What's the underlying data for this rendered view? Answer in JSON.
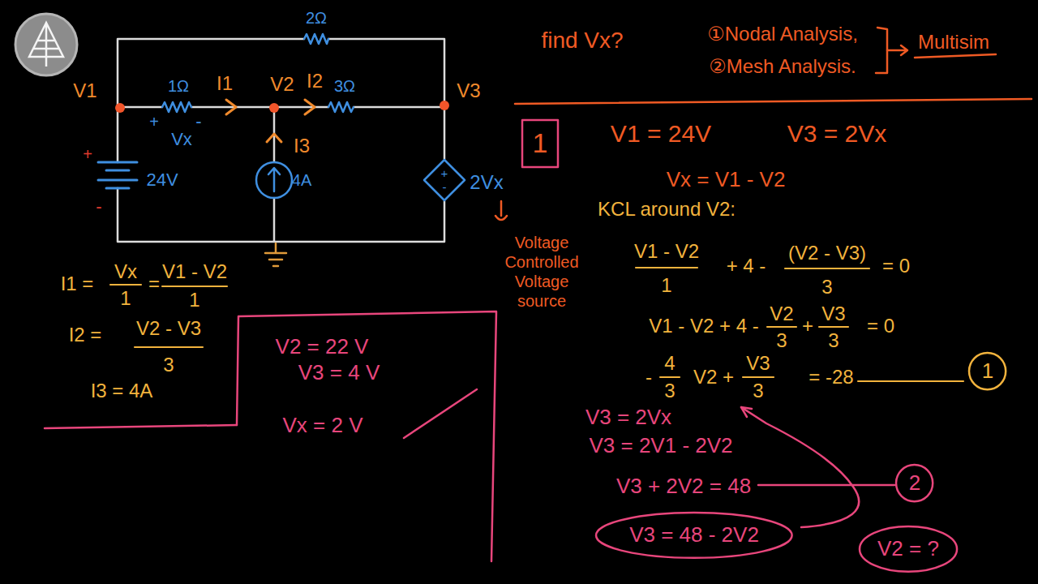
{
  "diagram": {
    "nodes": [
      {
        "text": [
          "+",
          "-"
        ]
      },
      {
        "text": [
          "V2 = 22 V",
          "V3 = 4 V",
          "Vx = 2 V"
        ]
      },
      {
        "text": [
          "1"
        ]
      },
      {
        "text": [
          "1"
        ]
      },
      {
        "text": [
          "2"
        ]
      },
      {
        "text": [
          "V3 = 48 - 2V2"
        ]
      },
      {
        "text": [
          "V2 = ?"
        ]
      }
    ],
    "labels": [
      "2Ω",
      "V1",
      "1Ω",
      "I1",
      "V2",
      "I2",
      "3Ω",
      "V3",
      "+",
      "Vx",
      "-",
      "+",
      "24V",
      "I3",
      "4A",
      "2Vx",
      "-",
      "I1 =",
      "Vx",
      "1",
      "=",
      "V1 - V2",
      "1",
      "I2 =",
      "V2 - V3",
      "3",
      "I3 = 4A",
      "find Vx?",
      "①Nodal Analysis,",
      "②Mesh Analysis.",
      "Multisim",
      "V1 = 24V",
      "V3 = 2Vx",
      "Vx = V1 - V2",
      "KCL around V2:",
      "Voltage Controlled Voltage source",
      "V1 - V2",
      "1",
      "+ 4 -",
      "(V2 - V3)",
      "3",
      "= 0",
      "V1 - V2 + 4 -",
      "V2",
      "3",
      "+",
      "V3",
      "3",
      "= 0",
      "-",
      "4",
      "3",
      "V2 +",
      "V3",
      "3",
      "= -28",
      "V3 = 2Vx",
      "V3 = 2V1 - 2V2",
      "V3 + 2V2 = 48"
    ]
  }
}
